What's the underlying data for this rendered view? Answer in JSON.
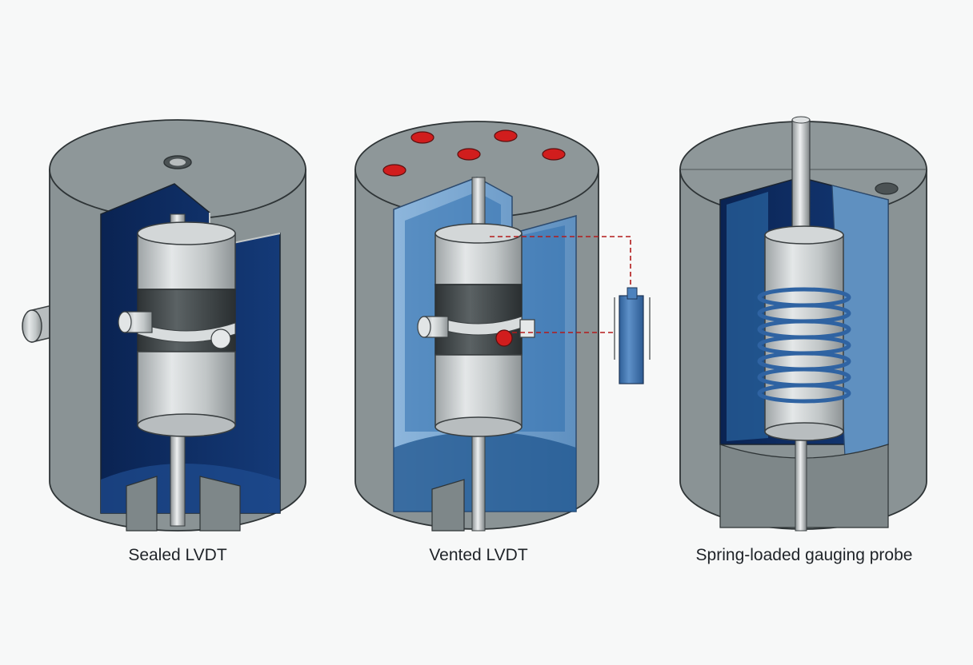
{
  "figure": {
    "panels": [
      {
        "caption": "Sealed LVDT"
      },
      {
        "caption": "Vented LVDT"
      },
      {
        "caption": "Spring-loaded gauging probe"
      }
    ]
  },
  "colors": {
    "background": "#f7f8f8",
    "housing": "#8a9395",
    "housing_dark": "#6f7779",
    "cavity_navy": "#0d2a5a",
    "cavity_light_blue": "#6f9fcc",
    "coil_silver": "#c7cccd",
    "winding_dark": "#3d4345",
    "vent_red": "#d11d1d",
    "spring_blue": "#3f78b8"
  }
}
